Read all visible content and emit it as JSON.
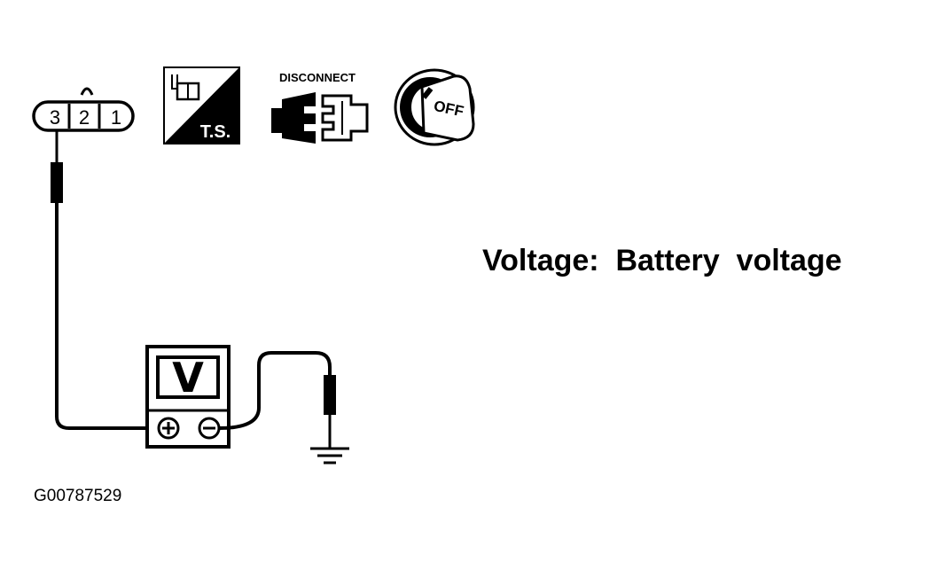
{
  "connector": {
    "pins": [
      "3",
      "2",
      "1"
    ]
  },
  "icons": {
    "test_symbol_label": "T.S.",
    "disconnect_label": "DISCONNECT",
    "ignition_label": "OFF"
  },
  "meter": {
    "symbol": "V",
    "plus": "+",
    "minus": "−"
  },
  "spec": {
    "text": "Voltage:  Battery  voltage"
  },
  "figure_id": "G00787529"
}
